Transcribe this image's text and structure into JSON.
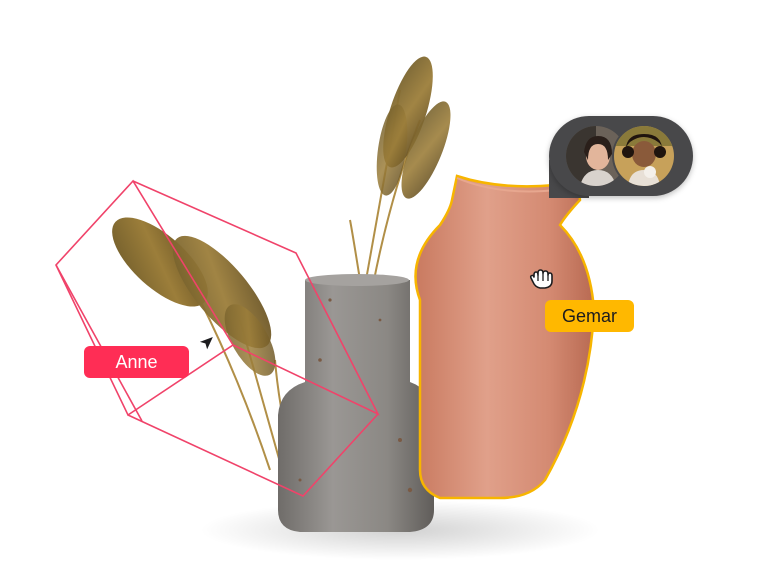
{
  "collaborators": {
    "anne": {
      "name": "Anne",
      "color": "#ff2d55"
    },
    "gemar": {
      "name": "Gemar",
      "color": "#ffb800"
    }
  },
  "colors": {
    "selection_pink": "#f0436a",
    "selection_yellow": "#f7b500",
    "vase_gray": "#8d8a86",
    "vase_terracotta": "#d98c74",
    "grass_brown": "#8a6a2c",
    "facetime_bg": "#48484a"
  },
  "icons": {
    "anne_cursor": "arrow-cursor-icon",
    "gemar_cursor": "grab-hand-icon"
  },
  "facetime": {
    "participants": [
      "participant-1",
      "participant-2"
    ]
  }
}
